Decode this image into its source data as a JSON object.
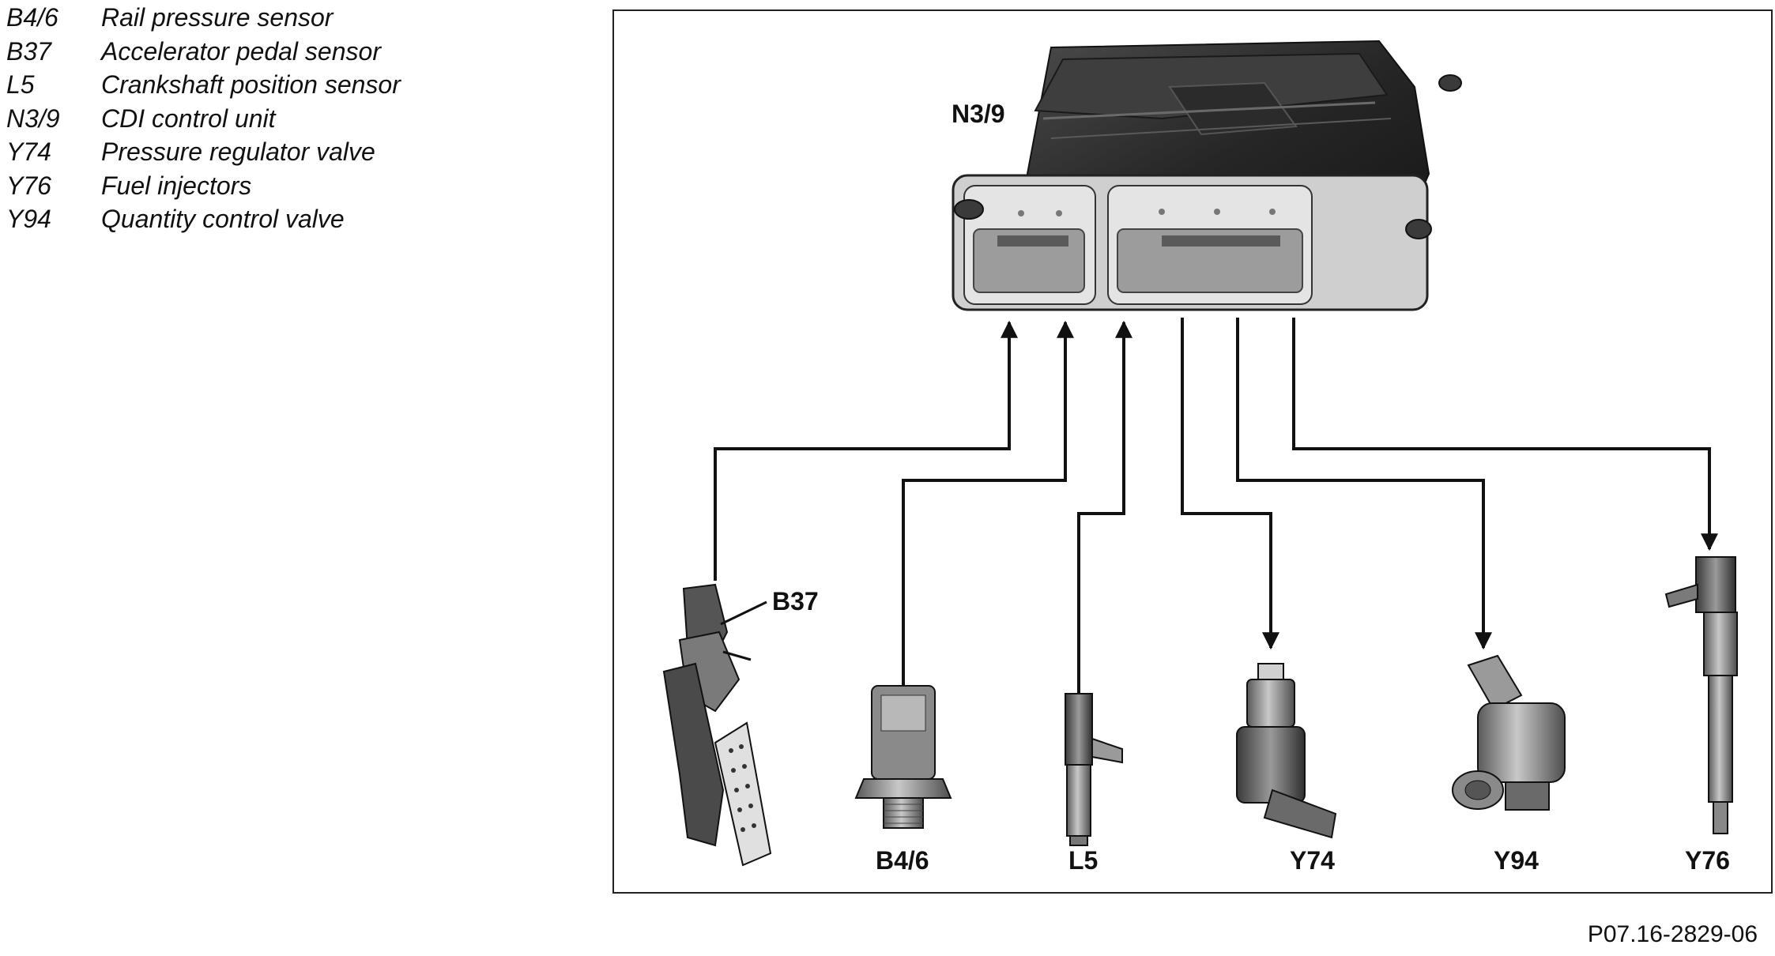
{
  "legend": [
    {
      "code": "B4/6",
      "description": "Rail pressure sensor"
    },
    {
      "code": "B37",
      "description": "Accelerator pedal sensor"
    },
    {
      "code": "L5",
      "description": "Crankshaft position sensor"
    },
    {
      "code": "N3/9",
      "description": "CDI control unit"
    },
    {
      "code": "Y74",
      "description": "Pressure regulator valve"
    },
    {
      "code": "Y76",
      "description": "Fuel injectors"
    },
    {
      "code": "Y94",
      "description": "Quantity control valve"
    }
  ],
  "diagram": {
    "control_unit_label": "N3/9",
    "inputs": [
      "B37",
      "B4/6",
      "L5"
    ],
    "outputs": [
      "Y74",
      "Y94",
      "Y76"
    ],
    "component_labels": {
      "b37": "B37",
      "b46": "B4/6",
      "l5": "L5",
      "y74": "Y74",
      "y94": "Y94",
      "y76": "Y76"
    }
  },
  "figure_id": "P07.16-2829-06"
}
